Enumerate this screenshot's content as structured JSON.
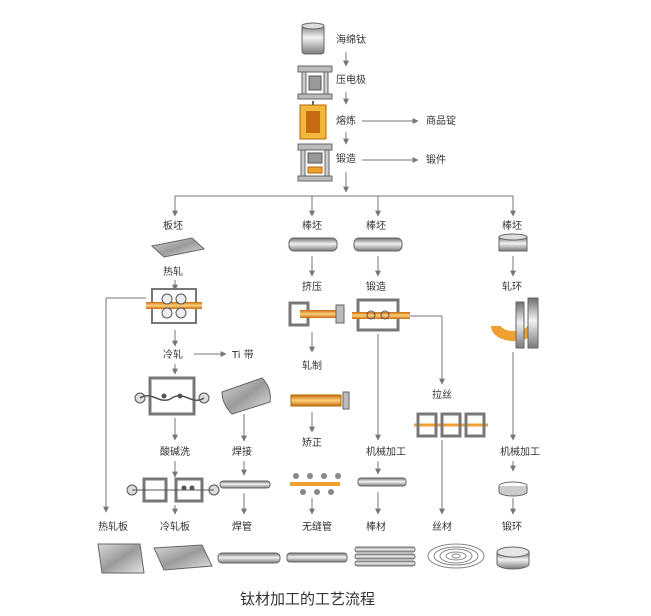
{
  "caption": "钛材加工的工艺流程",
  "labels": {
    "sponge": "海绵钛",
    "electrode": "压电极",
    "melting": "熔炼",
    "ingot": "商品锭",
    "forging": "锻造",
    "forged_part": "锻件",
    "slab": "板坯",
    "hot_rolling": "热轧",
    "cold_rolling": "冷轧",
    "ti_strip": "Ti 带",
    "pickling": "酸碱洗",
    "welding": "焊接",
    "hot_plate": "热轧板",
    "cold_plate": "冷轧板",
    "welded_tube": "焊管",
    "bar1": "棒坯",
    "extrusion": "挤压",
    "rolled": "轧制",
    "straighten": "矫正",
    "seamless": "无缝管",
    "bar2": "棒坯",
    "forging2": "锻造",
    "machining1": "机械加工",
    "bar_product": "棒材",
    "drawing": "拉丝",
    "wire": "丝材",
    "bar3": "棒坯",
    "ring_rolling": "轧环",
    "machining2": "机械加工",
    "forged_ring": "锻环"
  },
  "colors": {
    "orange": "#f0a030",
    "gray": "#9a9a9a",
    "line": "#777777"
  }
}
